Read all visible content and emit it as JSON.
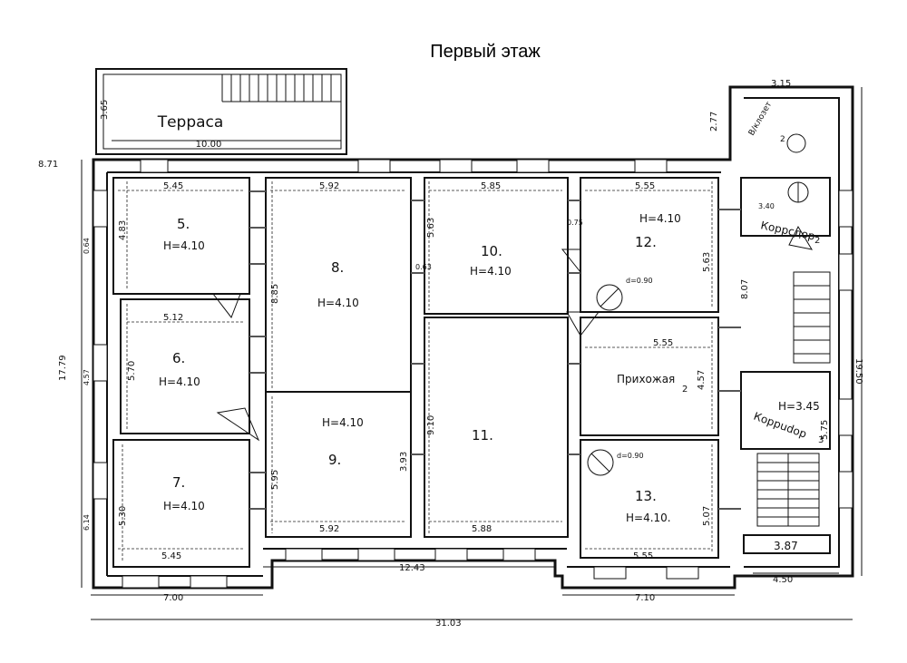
{
  "title": "Первый этаж",
  "terrace": {
    "label": "Терраса",
    "width": "10.00",
    "depth": "3.65"
  },
  "rooms": {
    "r5": {
      "num": "5.",
      "h": "Н=4.10"
    },
    "r6": {
      "num": "6.",
      "h": "Н=4.10"
    },
    "r7": {
      "num": "7.",
      "h": "Н=4.10"
    },
    "r8": {
      "num": "8.",
      "h": "Н=4.10"
    },
    "r9": {
      "num": "9.",
      "h": "Н=4.10"
    },
    "r10": {
      "num": "10.",
      "h": "Н=4.10"
    },
    "r11": {
      "num": "11."
    },
    "r12": {
      "num": "12.",
      "h": "Н=4.10"
    },
    "r13": {
      "num": "13.",
      "h": "Н=4.10."
    },
    "hall2": {
      "label": "Прихожая",
      "sub": "2"
    },
    "corr2": {
      "label": "Коррсдор",
      "sub": "2"
    },
    "corr3": {
      "label": "Коррudор",
      "sub": "3",
      "h": "Н=3.45"
    },
    "wc": {
      "label": "В/клозет",
      "sub": "2"
    }
  },
  "dims": {
    "d545a": "5.45",
    "d483": "4.83",
    "d512": "5.12",
    "d570": "5.70",
    "d545b": "5.45",
    "d530": "5.30",
    "d592a": "5.92",
    "d885": "8.85",
    "d595": "5.95",
    "d592b": "5.92",
    "d585": "5.85",
    "d563a": "5.63",
    "d910": "9.10",
    "d588": "5.88",
    "d555a": "5.55",
    "d563b": "5.63",
    "d555b": "5.55",
    "d457": "4.57",
    "d507": "5.07",
    "d555c": "5.55",
    "d387": "3.87",
    "d450": "4.50",
    "d1243": "12.43",
    "d700": "7.00",
    "d710": "7.10",
    "d3103": "31.03",
    "d1779": "17.79",
    "d1950": "19.50",
    "d871": "8.71",
    "d277": "2.77",
    "d315": "3.15",
    "d575": "5.75",
    "d807": "8.07",
    "d340": "3.40",
    "d064": "0.64",
    "d614": "6.14",
    "d457b": "4.57",
    "d393": "3.93"
  },
  "notes": {
    "d090a": "d=0.90",
    "d090b": "d=0.90",
    "n075": "0.75",
    "n063": "0.63"
  }
}
